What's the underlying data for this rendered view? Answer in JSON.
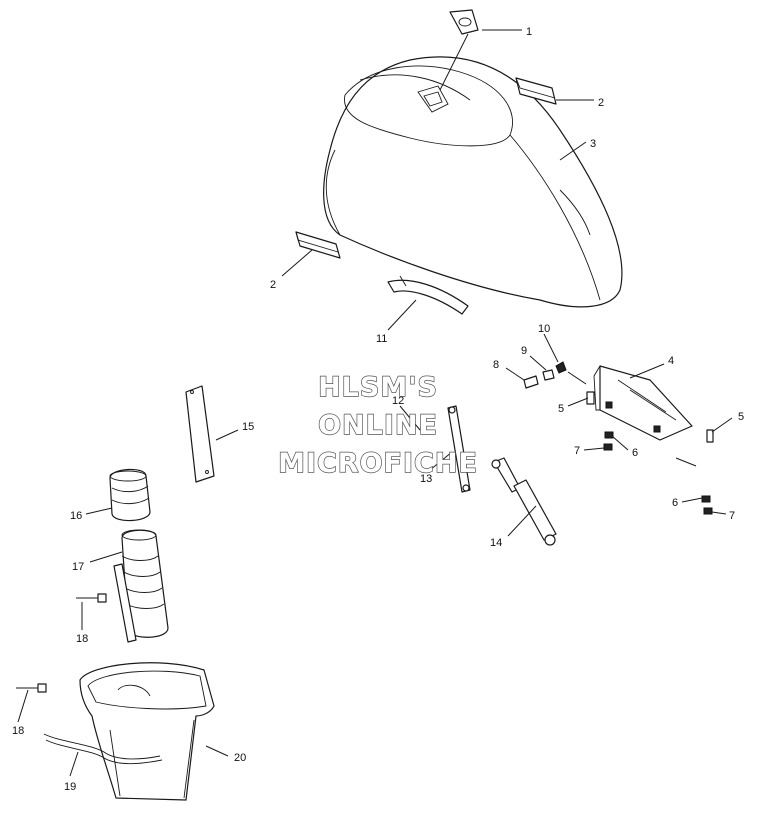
{
  "watermark": {
    "line1": "HLSM'S",
    "line2": "ONLINE",
    "line3": "MICROFICHE"
  },
  "callouts": [
    {
      "id": "c1",
      "label": "1"
    },
    {
      "id": "c2a",
      "label": "2"
    },
    {
      "id": "c3",
      "label": "3"
    },
    {
      "id": "c2b",
      "label": "2"
    },
    {
      "id": "c11",
      "label": "11"
    },
    {
      "id": "c10",
      "label": "10"
    },
    {
      "id": "c9",
      "label": "9"
    },
    {
      "id": "c8",
      "label": "8"
    },
    {
      "id": "c4",
      "label": "4"
    },
    {
      "id": "c5a",
      "label": "5"
    },
    {
      "id": "c5b",
      "label": "5"
    },
    {
      "id": "c7a",
      "label": "7"
    },
    {
      "id": "c6a",
      "label": "6"
    },
    {
      "id": "c12",
      "label": "12"
    },
    {
      "id": "c13",
      "label": "13"
    },
    {
      "id": "c15",
      "label": "15"
    },
    {
      "id": "c14",
      "label": "14"
    },
    {
      "id": "c6b",
      "label": "6"
    },
    {
      "id": "c7b",
      "label": "7"
    },
    {
      "id": "c16",
      "label": "16"
    },
    {
      "id": "c17",
      "label": "17"
    },
    {
      "id": "c18a",
      "label": "18"
    },
    {
      "id": "c18b",
      "label": "18"
    },
    {
      "id": "c20",
      "label": "20"
    },
    {
      "id": "c19",
      "label": "19"
    }
  ]
}
